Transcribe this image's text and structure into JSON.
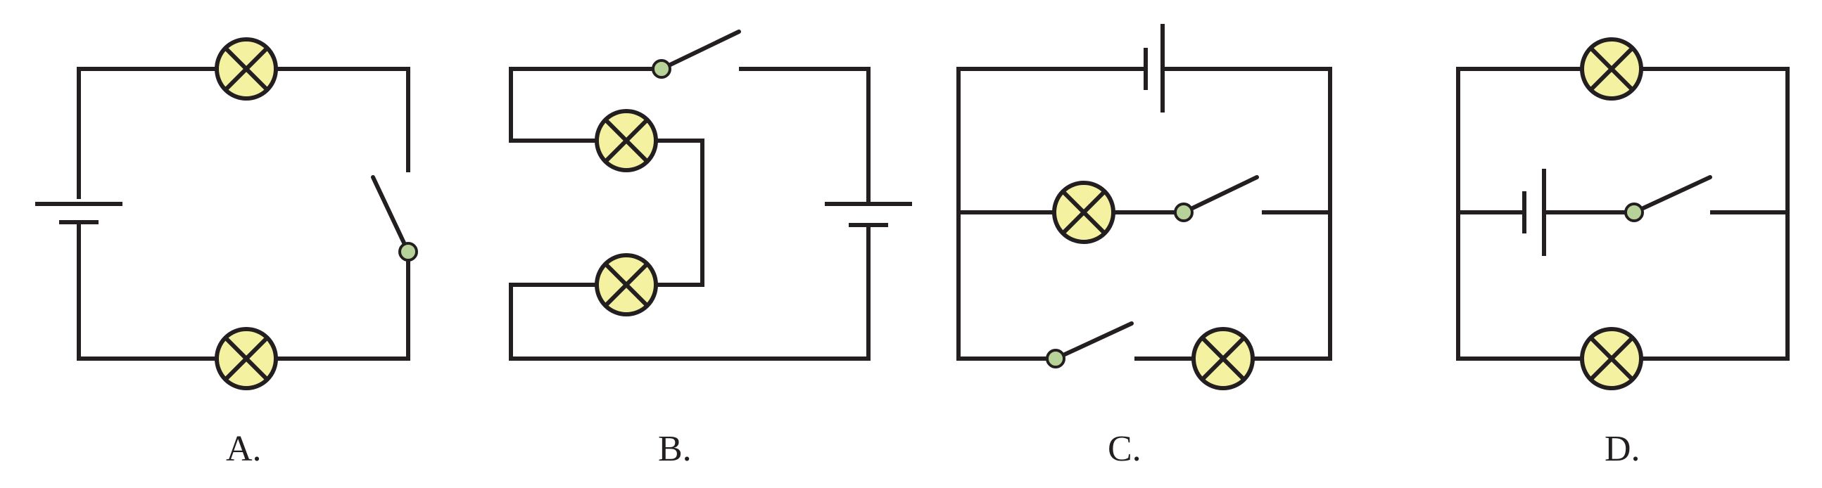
{
  "options": [
    {
      "label": "A."
    },
    {
      "label": "B."
    },
    {
      "label": "C."
    },
    {
      "label": "D."
    }
  ],
  "colors": {
    "wire": "#231f20",
    "lamp_fill": "#f4f1a1",
    "switch_pivot_fill": "#b7d39a"
  },
  "icons": [
    "battery-icon",
    "lamp-icon",
    "switch-icon"
  ]
}
